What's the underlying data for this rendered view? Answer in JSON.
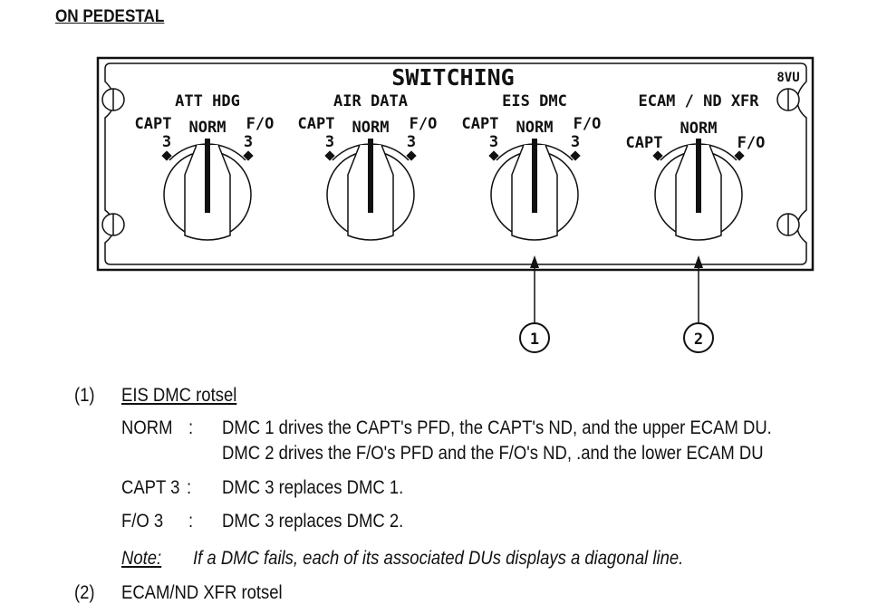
{
  "header": "ON PEDESTAL",
  "panel": {
    "title": "SWITCHING",
    "id": "8VU",
    "switches": [
      {
        "name": "ATT HDG",
        "left": "CAPT",
        "left_sub": "3",
        "center": "NORM",
        "right": "F/O",
        "right_sub": "3"
      },
      {
        "name": "AIR DATA",
        "left": "CAPT",
        "left_sub": "3",
        "center": "NORM",
        "right": "F/O",
        "right_sub": "3"
      },
      {
        "name": "EIS DMC",
        "left": "CAPT",
        "left_sub": "3",
        "center": "NORM",
        "right": "F/O",
        "right_sub": "3"
      },
      {
        "name": "ECAM / ND XFR",
        "left": "CAPT",
        "left_sub": "",
        "center": "NORM",
        "right": "F/O",
        "right_sub": ""
      }
    ],
    "callouts": [
      "1",
      "2"
    ]
  },
  "items": [
    {
      "num": "(1)",
      "title": "EIS DMC rotsel",
      "rows": [
        {
          "key": "NORM",
          "sep": ":",
          "lines": [
            "DMC 1 drives the CAPT's PFD, the CAPT's ND, and the upper ECAM DU.",
            "DMC 2 drives the F/O's PFD and the F/O's ND, .and the lower ECAM DU"
          ]
        },
        {
          "key": "CAPT 3",
          "sep": ":",
          "lines": [
            "DMC 3 replaces DMC 1."
          ]
        },
        {
          "key": "F/O 3",
          "sep": ":",
          "lines": [
            "DMC 3 replaces DMC 2."
          ]
        }
      ],
      "note_label": "Note:",
      "note_text": "If a DMC fails, each of its associated DUs displays a diagonal line."
    },
    {
      "num": "(2)",
      "title": "ECAM/ND XFR rotsel"
    }
  ]
}
